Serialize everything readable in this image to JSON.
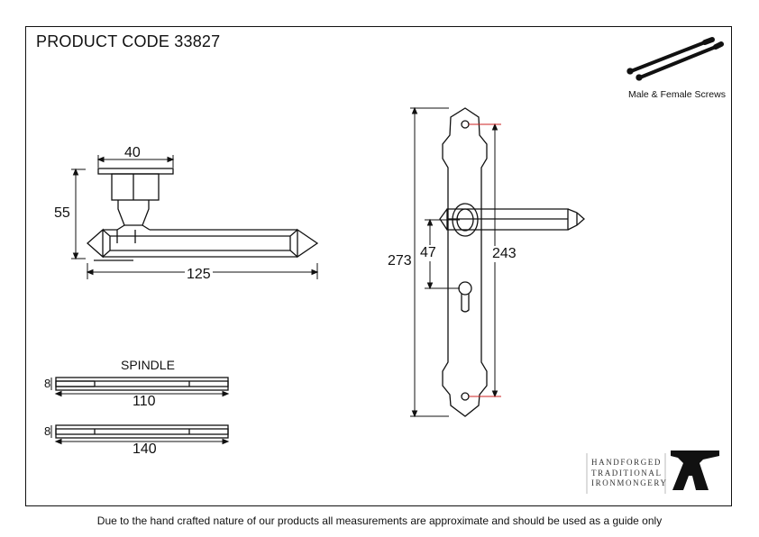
{
  "header": {
    "product_code": "PRODUCT CODE 33827"
  },
  "screws": {
    "label": "Male & Female Screws",
    "icon": "screws-icon"
  },
  "lever": {
    "dim_width": "40",
    "dim_height": "55",
    "dim_length": "125"
  },
  "spindle": {
    "title": "SPINDLE",
    "items": [
      {
        "thickness": "8",
        "length": "110"
      },
      {
        "thickness": "8",
        "length": "140"
      }
    ]
  },
  "backplate": {
    "dim_total": "273",
    "dim_centres": "243",
    "dim_lever_to_keyhole": "47"
  },
  "logo": {
    "lines": [
      "HANDFORGED",
      "TRADITIONAL",
      "IRONMONGERY"
    ],
    "icon": "anvil-icon"
  },
  "footer": {
    "disclaimer": "Due to the hand crafted nature of our products all measurements are approximate and should be used as a guide only"
  },
  "colors": {
    "line": "#111111",
    "accent": "#cc2222"
  }
}
